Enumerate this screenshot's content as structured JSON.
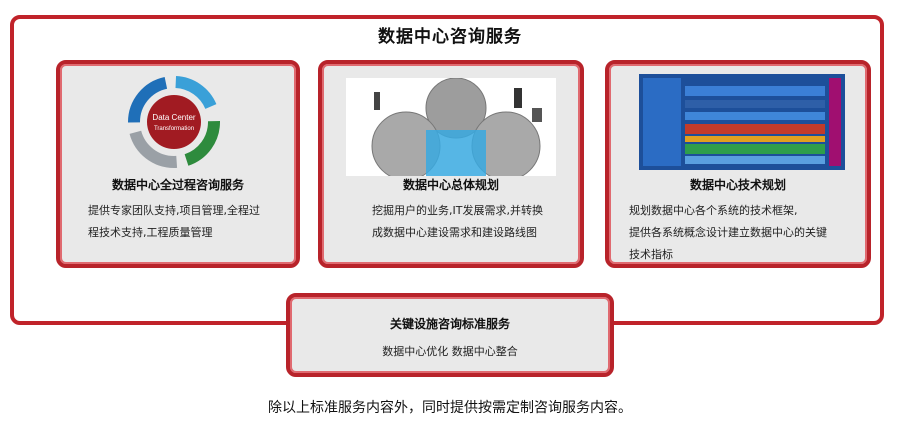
{
  "page": {
    "outer_title": "数据中心咨询服务",
    "footer_text": "除以上标准服务内容外，同时提供按需定制咨询服务内容。"
  },
  "cards": [
    {
      "title": "数据中心全过程咨询服务",
      "desc_lines": [
        "提供专家团队支持,项目管理,全程过",
        "程技术支持,工程质量管理"
      ],
      "image_text": [
        "Data Center",
        "Transformation"
      ],
      "image": "cycle-arrows-diagram"
    },
    {
      "title": "数据中心总体规划",
      "desc_lines": [
        "挖掘用户的业务,IT发展需求,并转换",
        "成数据中心建设需求和建设路线图"
      ],
      "image": "venn-planning-diagram"
    },
    {
      "title": "数据中心技术规划",
      "desc_lines": [
        "规划数据中心各个系统的技术框架,",
        "提供各系统概念设计建立数据中心的关键",
        "技术指标"
      ],
      "image": "technical-architecture-diagram"
    },
    {
      "title": "关键设施咨询标准服务",
      "desc_lines": [
        "数据中心优化  数据中心整合"
      ]
    }
  ],
  "colors": {
    "accent_red": "#c0232a",
    "card_bg": "#e9e9e9"
  }
}
